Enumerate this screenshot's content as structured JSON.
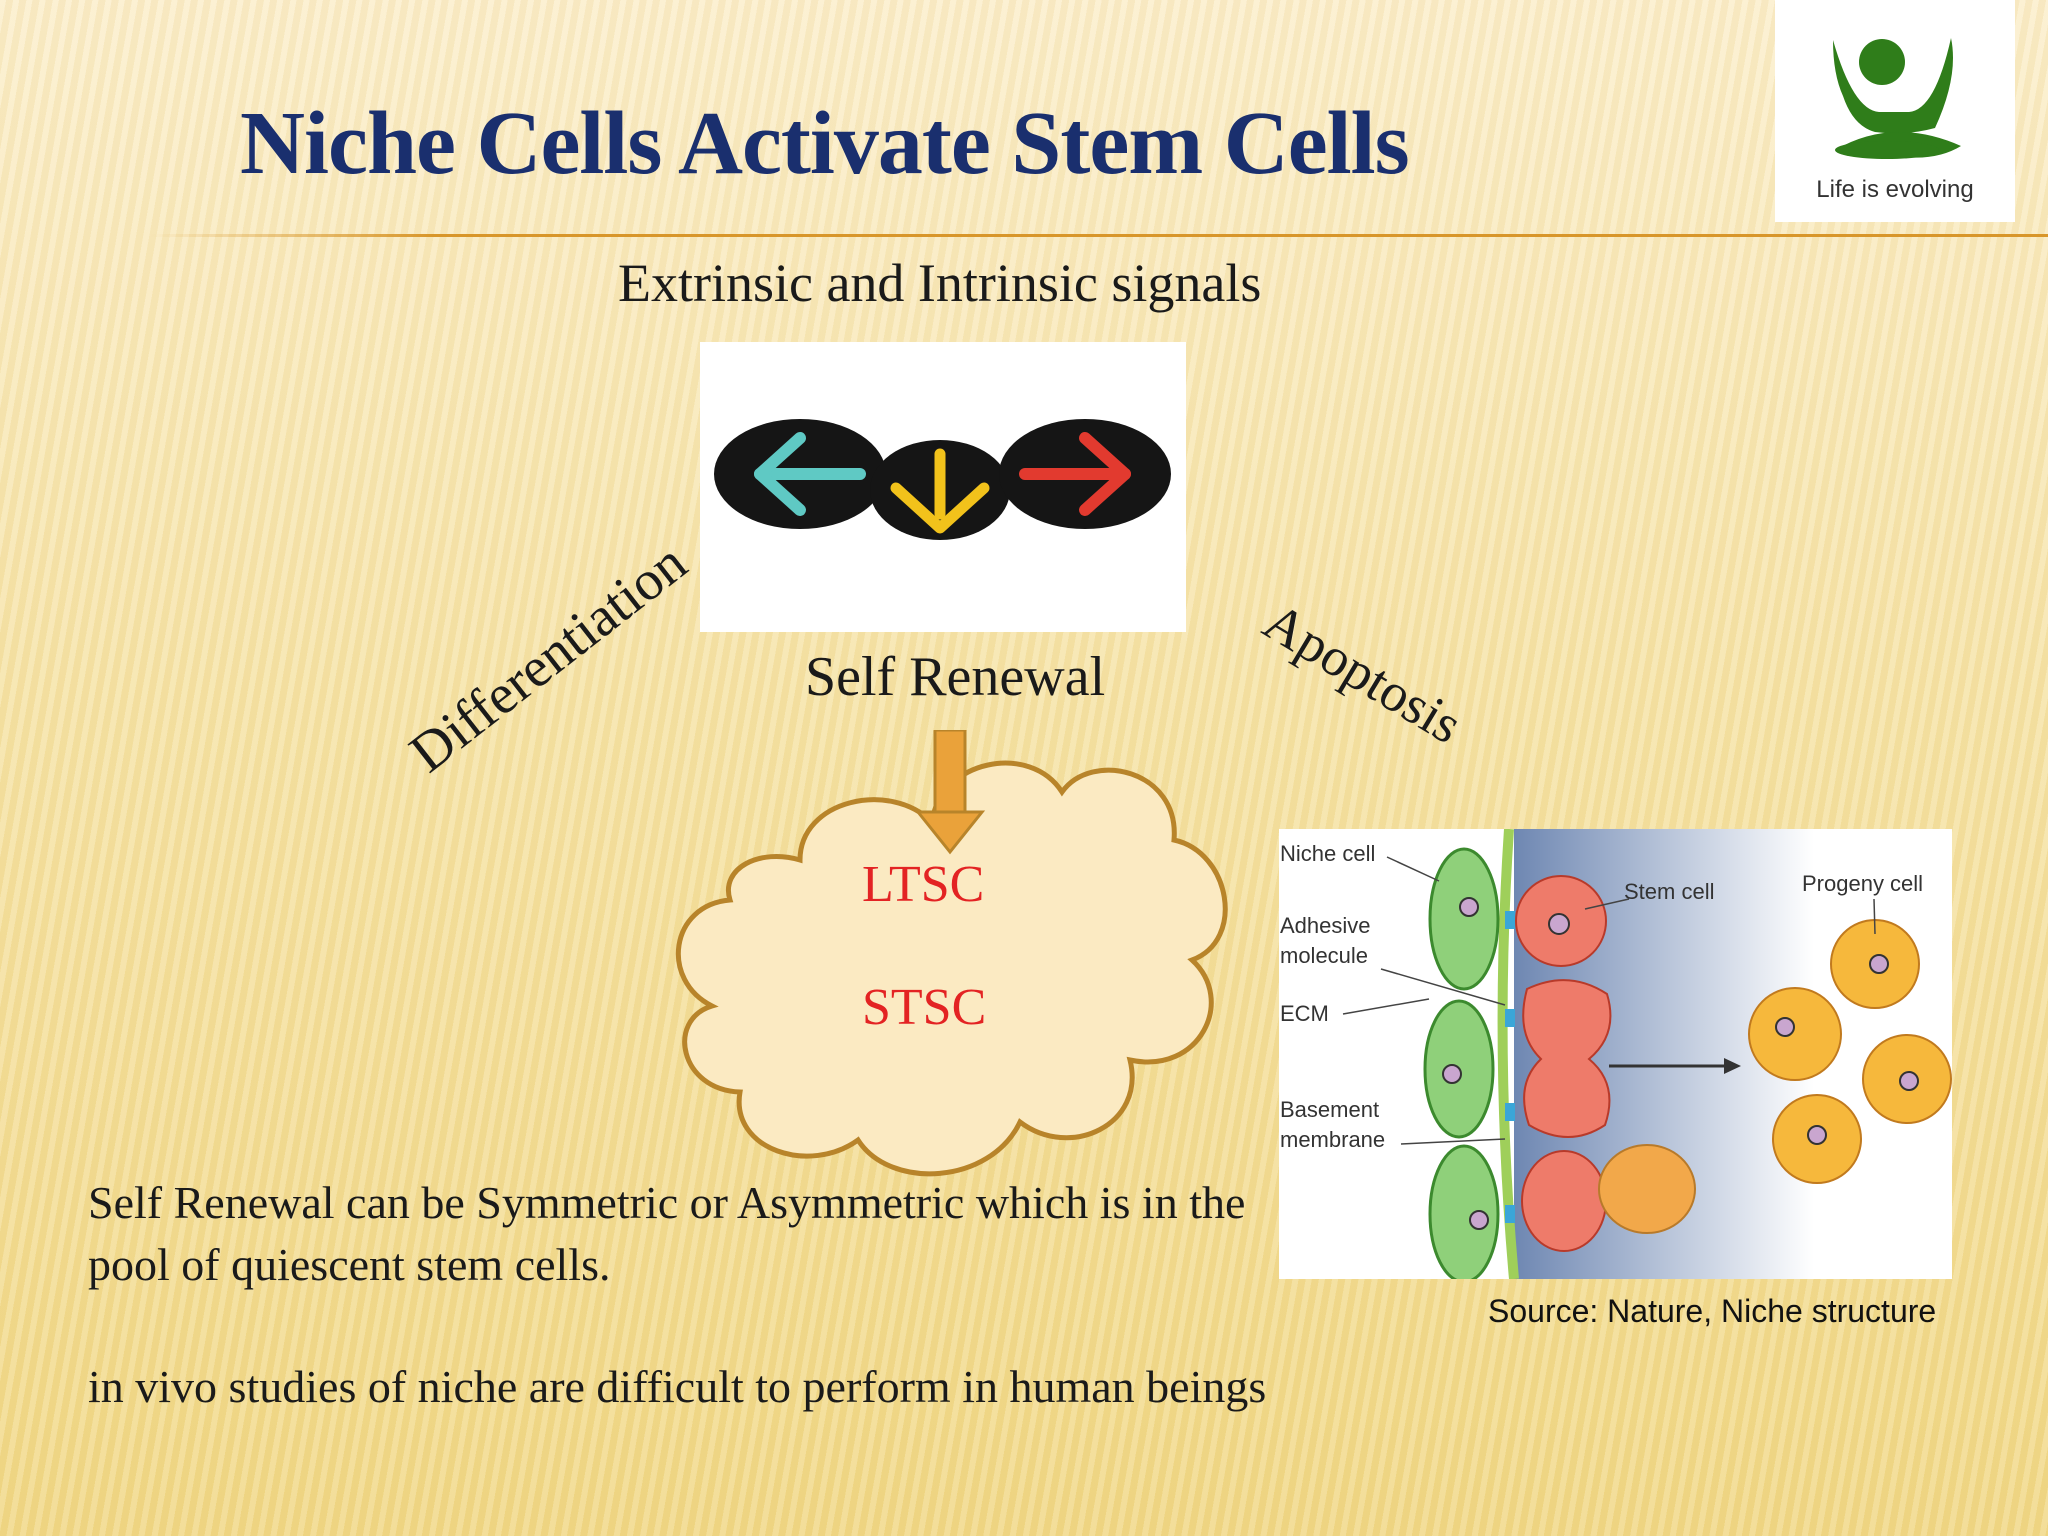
{
  "slide": {
    "title": "Niche Cells Activate Stem Cells",
    "logo": {
      "tagline": "Life is evolving",
      "icon": "meditating-figure-logo",
      "color": "#2f7d1a"
    },
    "signals_label": "Extrinsic and Intrinsic signals",
    "signal_image": {
      "icon": "traffic-arrow-lights",
      "colors": [
        "#5fc9c4",
        "#f2c21b",
        "#e23a2f"
      ]
    },
    "self_renewal_label": "Self Renewal",
    "differentiation_label": "Differentiation",
    "apoptosis_label": "Apoptosis",
    "cloud": {
      "ltsc": "LTSC",
      "stsc": "STSC",
      "fill": "#fbeac2",
      "stroke": "#b8842a"
    },
    "niche_figure": {
      "labels": {
        "niche_cell": "Niche cell",
        "adhesive_molecule": "Adhesive molecule",
        "ecm": "ECM",
        "basement_membrane": "Basement membrane",
        "stem_cell": "Stem cell",
        "progeny_cell": "Progeny cell"
      }
    },
    "source": "Source: Nature, Niche  structure",
    "paragraphs": [
      "Self Renewal can be Symmetric or Asymmetric which is in the pool of quiescent stem cells.",
      "in vivo studies of niche are difficult to perform in human beings"
    ]
  }
}
